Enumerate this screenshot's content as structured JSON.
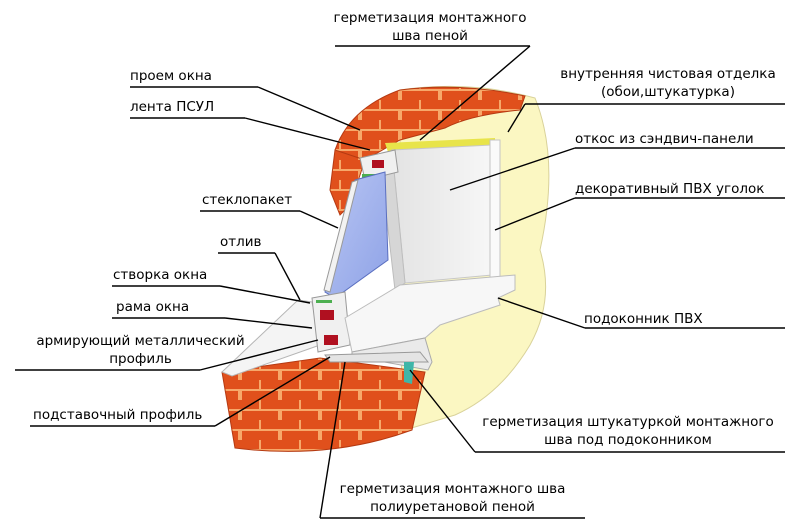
{
  "labels": {
    "foam_top": [
      "герметизация монтажного",
      "шва пеной"
    ],
    "opening": "проем окна",
    "psul": "лента ПСУЛ",
    "glass": "стеклопакет",
    "drip": "отлив",
    "sash": "створка окна",
    "frame": "рама окна",
    "reinforce": [
      "армирующий металлический",
      "профиль"
    ],
    "support": "подставочный профиль",
    "finish": [
      "внутренняя чистовая отделка",
      "(обои,штукатурка)"
    ],
    "slope": "откос из сэндвич-панели",
    "corner": "декоративный ПВХ уголок",
    "sill": "подоконник ПВХ",
    "plaster": [
      "герметизация штукатуркой монтажного",
      "шва под подоконником"
    ],
    "pu_foam": [
      "герметизация монтажного шва",
      "полиуретановой пеной"
    ]
  },
  "colors": {
    "brick": "#e0501c",
    "mortar": "#f7a86a",
    "plaster": "#fbf7c2",
    "foam": "#e8e44a",
    "glass": "#9fb2ee",
    "pvc": "#f0f0f0",
    "reinforce": "#b01020",
    "line": "#000000"
  }
}
